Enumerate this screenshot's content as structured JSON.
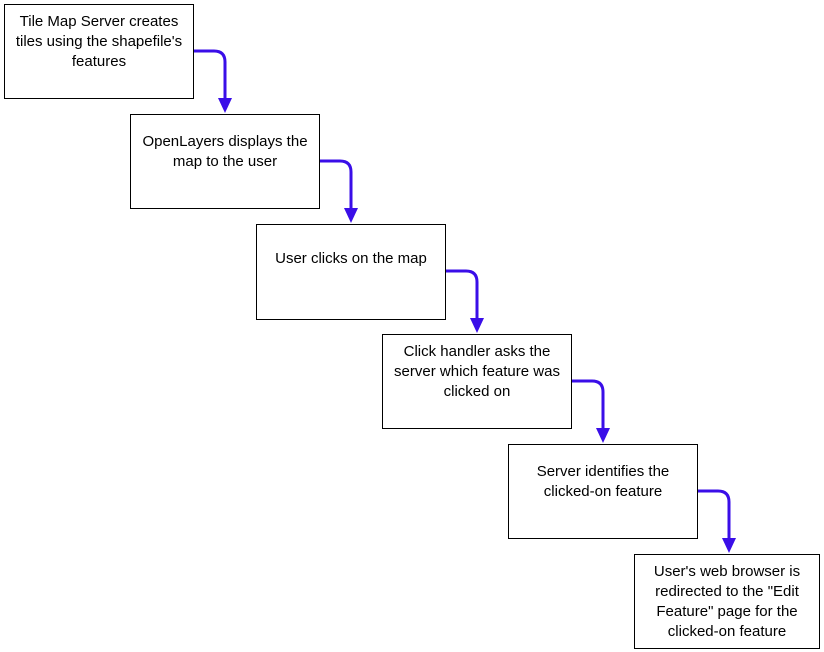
{
  "steps": [
    {
      "id": "tile-server",
      "label": "Tile Map Server creates tiles using the shapefile's features"
    },
    {
      "id": "openlayers",
      "label": "OpenLayers displays the map to the user"
    },
    {
      "id": "user-click",
      "label": "User clicks on the map"
    },
    {
      "id": "click-handler",
      "label": "Click handler asks the server which feature was clicked on"
    },
    {
      "id": "server-identify",
      "label": "Server identifies the clicked-on feature"
    },
    {
      "id": "redirect",
      "label": "User's web browser is redirected to the \"Edit Feature\" page for the clicked-on feature"
    }
  ],
  "colors": {
    "connector": "#3a0ee8",
    "box_border": "#000000",
    "text": "#000000",
    "background": "#ffffff"
  }
}
